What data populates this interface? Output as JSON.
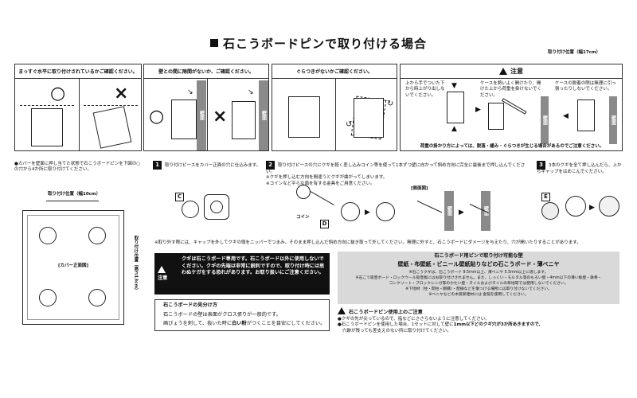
{
  "title": "石こうボードピンで取り付ける場合",
  "mount_width_top": "取り付け位置（幅17cm）",
  "panels": {
    "p1": {
      "header": "まっすぐ水平に取り付けされているかご確認ください。",
      "ok": "○",
      "ng": "×"
    },
    "p2": {
      "header": "壁との間に隙間がないか、ご確認ください。",
      "ok": "○",
      "ng": "×",
      "wall": "壁面"
    },
    "p3": {
      "header": "ぐらつきがないかご確認ください。"
    },
    "p4": {
      "header": "注意",
      "note_left": "上から手でついた下から時上がり出しないでください。",
      "note_mid": "ケースを勢いよく開けたり、開けた上から荷重を掛けないでください。",
      "note_right": "ケースの脱着の際は無理に引っ張ったりしないでください。",
      "wall": "壁面",
      "footer": "荷重の掛かり方によっては、脱落・緩み・ぐらつきが生じる場合があるのでご注意ください。"
    }
  },
  "pre_note": "●カバーを壁面に押し当てた状態で石こうボードピンを下図の○の穴から4か所に取り付けてください。",
  "steps": [
    {
      "num": "1",
      "text": "取り付けピースをカバー正面の穴に仕込みます。",
      "label": "C"
    },
    {
      "num": "2",
      "text": "取り付けピースの穴にクギを軽く差し込みコイン等を使って1本ずつ壁に向かって斜め方向に完全に最後まで押し込んでください。",
      "sub1": "※クギを押し込む方向を間違うとクギが曲がってしまいます。",
      "sub2": "※コインなど平らな面を有する金具をご用意ください。",
      "coin": "コイン",
      "label": "D",
      "side_view": "[側面図]",
      "wall": "壁面"
    },
    {
      "num": "3",
      "text": "3本のクギを全て押し込んだら、上からキャップをはめこんでください。",
      "label": "E"
    }
  ],
  "cover": {
    "width": "取り付け位置（幅10cm）",
    "height": "取り付け位置（高さ13cm）",
    "label": "[カバー正面図]"
  },
  "remove_note": "※取り外す際には、キャップを外してクギの頭をニッパーでつまみ、そのまま押し込んだ斜め方向に抜き取って外してください。無理に外すと、石こうボードにダメージを与えたり、穴が開いたりすることがあります。",
  "caution_box": {
    "label": "注意",
    "text": "クギは石こうボード専用です。石こうボード以外に使用しないでください。クギの先端は非常に鋭利ですので、取り付け時には思わぬケガをする恐れがあります。お取り扱いにご注意ください。"
  },
  "identify": {
    "title": "石こうボードの見分け方",
    "line1": "石こうボードの壁は表面がクロス張りが一般的です。",
    "line2_a": "画びょうを刺して、抜いた時に",
    "line2_b": "白い粉",
    "line2_c": "がつくことを目安にしてください。"
  },
  "walls": {
    "head": "石こうボード用ピンで取り付け可能な壁",
    "sub": "壁紙・布壁紙・ビニール壁紙貼りなどの石こうボード・薄ベニヤ",
    "n1": "※石こうクギは、石こうボード 9.5mm以上、薄ベニヤ 5.5mm以上に適します。",
    "n2": "※石こう吸音ボード・ロックウール吸音板にはお取り付けされません。また、しっくい・モルタル等のもろい壁・4mm以下の薄い板壁・鉄骨・",
    "n3": "コンクリート・ブロックレンガ等のかたい壁・タイルおよびタイルの目地等では使用しないでください。",
    "n4": "※下地材（柱・間柱・胴縁）・配線などを傷つける場所には取り付けないでください。",
    "n5": "※ベニヤなどの木質新建材には 金槌を使用してください。"
  },
  "usage": {
    "head": "石こうボードピン使用上のご注意",
    "b1": "●クギの先が尖っているので、指などにささらないように注意してください。",
    "b2_a": "●石こうボードピンを使用した場合、1セットに対して壁に",
    "b2_b": "1mm以下どのクギ穴が3か所あきますので、",
    "b3": "穴跡が残っても差支えのない所に取り付けてください。"
  }
}
